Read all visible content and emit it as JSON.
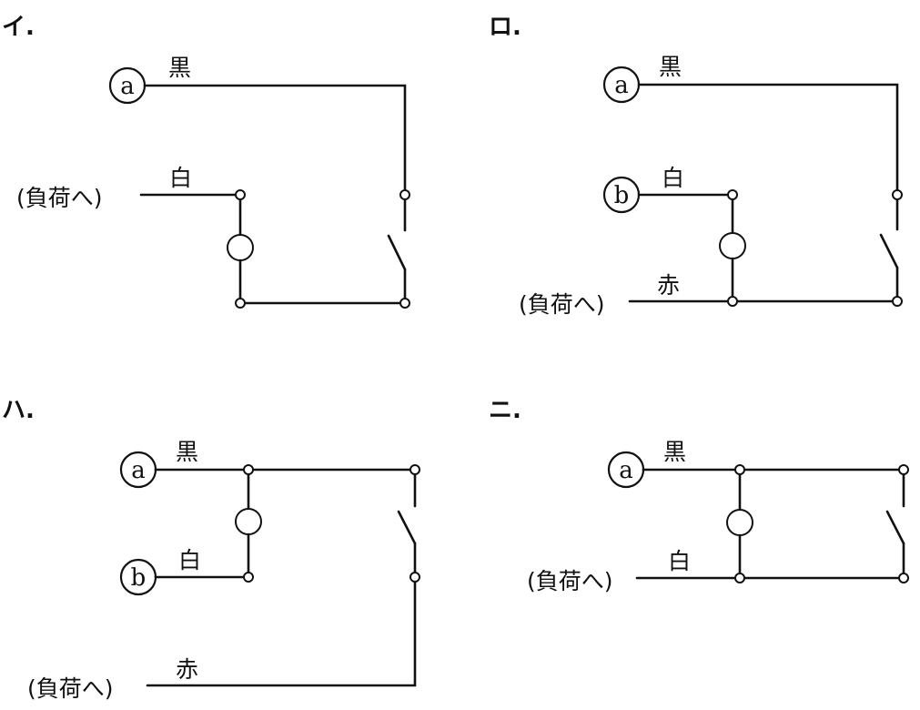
{
  "options": [
    {
      "label": "イ.",
      "term_a": "a",
      "wire_black": "黒",
      "wire_white": "白",
      "load": "(負荷へ)"
    },
    {
      "label": "ロ.",
      "term_a": "a",
      "term_b": "b",
      "wire_black": "黒",
      "wire_white": "白",
      "wire_red": "赤",
      "load": "(負荷へ)"
    },
    {
      "label": "ハ.",
      "term_a": "a",
      "term_b": "b",
      "wire_black": "黒",
      "wire_white": "白",
      "wire_red": "赤",
      "load": "(負荷へ)"
    },
    {
      "label": "ニ.",
      "term_a": "a",
      "wire_black": "黒",
      "wire_white": "白",
      "load": "(負荷へ)"
    }
  ]
}
